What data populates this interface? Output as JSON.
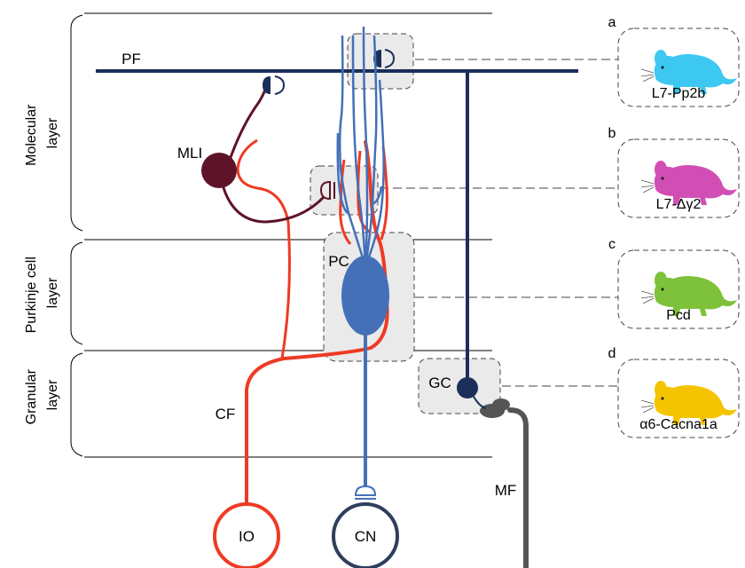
{
  "layers": {
    "molecular": [
      "Molecular",
      "layer"
    ],
    "purkinje": [
      "Purkinje cell",
      "layer"
    ],
    "granular": [
      "Granular",
      "layer"
    ]
  },
  "cells": {
    "pf": "PF",
    "mli": "MLI",
    "pc": "PC",
    "gc": "GC",
    "cf": "CF",
    "mf": "MF",
    "io": "IO",
    "cn": "CN"
  },
  "mice": [
    {
      "letter": "a",
      "name": "L7-Pp2b",
      "color": "#3cc8f0"
    },
    {
      "letter": "b",
      "name": "L7-Δγ2",
      "color": "#d14fb4"
    },
    {
      "letter": "c",
      "name": "Pcd",
      "color": "#7dc23a"
    },
    {
      "letter": "d",
      "name": "α6-Cacna1a",
      "color": "#f5c400"
    }
  ],
  "colors": {
    "pf": "#1c2f5a",
    "pc": "#4470b8",
    "cf": "#ee3a24",
    "mli": "#5e1428",
    "mf": "#555555",
    "cn": "#2f3f5c"
  }
}
